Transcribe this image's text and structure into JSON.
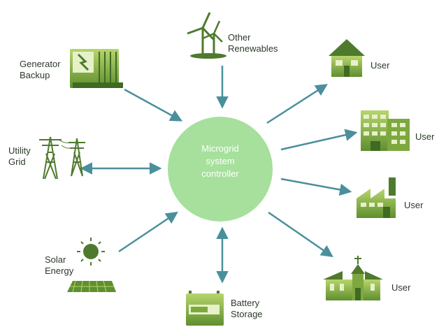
{
  "hub": {
    "label": "Microgrid\nsystem\ncontroller"
  },
  "sources": {
    "generator": {
      "label": "Generator\nBackup"
    },
    "renewables": {
      "label": "Other\nRenewables"
    },
    "utility": {
      "label": "Utility\nGrid"
    },
    "solar": {
      "label": "Solar\nEnergy"
    },
    "battery": {
      "label": "Battery\nStorage"
    }
  },
  "users": [
    {
      "label": "User",
      "icon": "house-icon"
    },
    {
      "label": "User",
      "icon": "office-building-icon"
    },
    {
      "label": "User",
      "icon": "factory-icon"
    },
    {
      "label": "User",
      "icon": "church-icon"
    }
  ],
  "colors": {
    "hub_fill": "#a6e09c",
    "arrow": "#4a8f9c",
    "icon_dark": "#4f7a2e",
    "icon_mid": "#7ea83f",
    "icon_light": "#b7d56c"
  }
}
